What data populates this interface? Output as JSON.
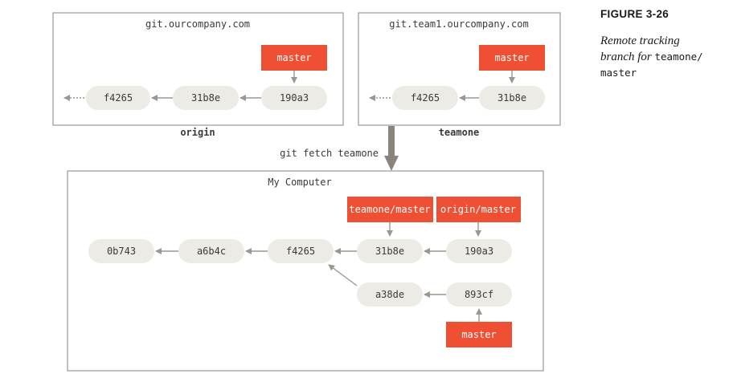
{
  "boxes": {
    "origin": {
      "title": "git.ourcompany.com",
      "label": "origin"
    },
    "teamone": {
      "title": "git.team1.ourcompany.com",
      "label": "teamone"
    },
    "local": {
      "title": "My Computer"
    }
  },
  "command": "git fetch teamone",
  "commits": {
    "origin_f4265": "f4265",
    "origin_31b8e": "31b8e",
    "origin_190a3": "190a3",
    "team_f4265": "f4265",
    "team_31b8e": "31b8e",
    "local_0b743": "0b743",
    "local_a6b4c": "a6b4c",
    "local_f4265": "f4265",
    "local_31b8e": "31b8e",
    "local_190a3": "190a3",
    "local_a38de": "a38de",
    "local_893cf": "893cf"
  },
  "branches": {
    "origin_master": "master",
    "team_master": "master",
    "teamone_master": "teamone/master",
    "origin_master_remote": "origin/master",
    "local_master": "master"
  },
  "caption": {
    "figure": "FIGURE 3-26",
    "text_line1": "Remote tracking",
    "text_line2": "branch for",
    "code1": "teamone/",
    "code2": "master"
  },
  "colors": {
    "branch": "#ef5034",
    "commit": "#ecebe6",
    "arrow": "#9b9690",
    "border": "#9a9a9a"
  }
}
